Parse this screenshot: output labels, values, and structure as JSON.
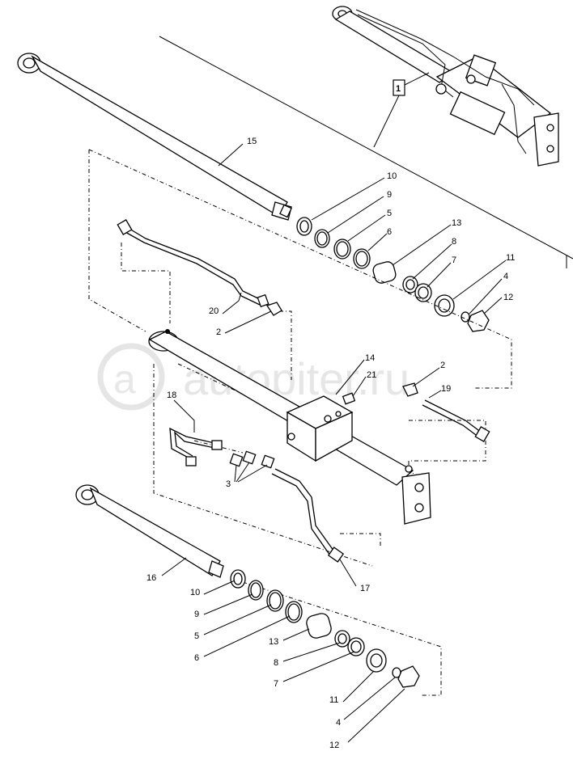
{
  "diagram": {
    "assembly_marker": "1",
    "watermark": "autopiter.ru",
    "callouts": [
      {
        "id": "c15",
        "text": "15"
      },
      {
        "id": "c10a",
        "text": "10"
      },
      {
        "id": "c9a",
        "text": "9"
      },
      {
        "id": "c5a",
        "text": "5"
      },
      {
        "id": "c6a",
        "text": "6"
      },
      {
        "id": "c13a",
        "text": "13"
      },
      {
        "id": "c8a",
        "text": "8"
      },
      {
        "id": "c7a",
        "text": "7"
      },
      {
        "id": "c11a",
        "text": "11"
      },
      {
        "id": "c4a",
        "text": "4"
      },
      {
        "id": "c12a",
        "text": "12"
      },
      {
        "id": "c20",
        "text": "20"
      },
      {
        "id": "c2a",
        "text": "2"
      },
      {
        "id": "c14",
        "text": "14"
      },
      {
        "id": "c21",
        "text": "21"
      },
      {
        "id": "c2b",
        "text": "2"
      },
      {
        "id": "c19",
        "text": "19"
      },
      {
        "id": "c18",
        "text": "18"
      },
      {
        "id": "c3",
        "text": "3"
      },
      {
        "id": "c17",
        "text": "17"
      },
      {
        "id": "c16",
        "text": "16"
      },
      {
        "id": "c10b",
        "text": "10"
      },
      {
        "id": "c9b",
        "text": "9"
      },
      {
        "id": "c5b",
        "text": "5"
      },
      {
        "id": "c6b",
        "text": "6"
      },
      {
        "id": "c13b",
        "text": "13"
      },
      {
        "id": "c8b",
        "text": "8"
      },
      {
        "id": "c7b",
        "text": "7"
      },
      {
        "id": "c11b",
        "text": "11"
      },
      {
        "id": "c4b",
        "text": "4"
      },
      {
        "id": "c12b",
        "text": "12"
      }
    ]
  }
}
